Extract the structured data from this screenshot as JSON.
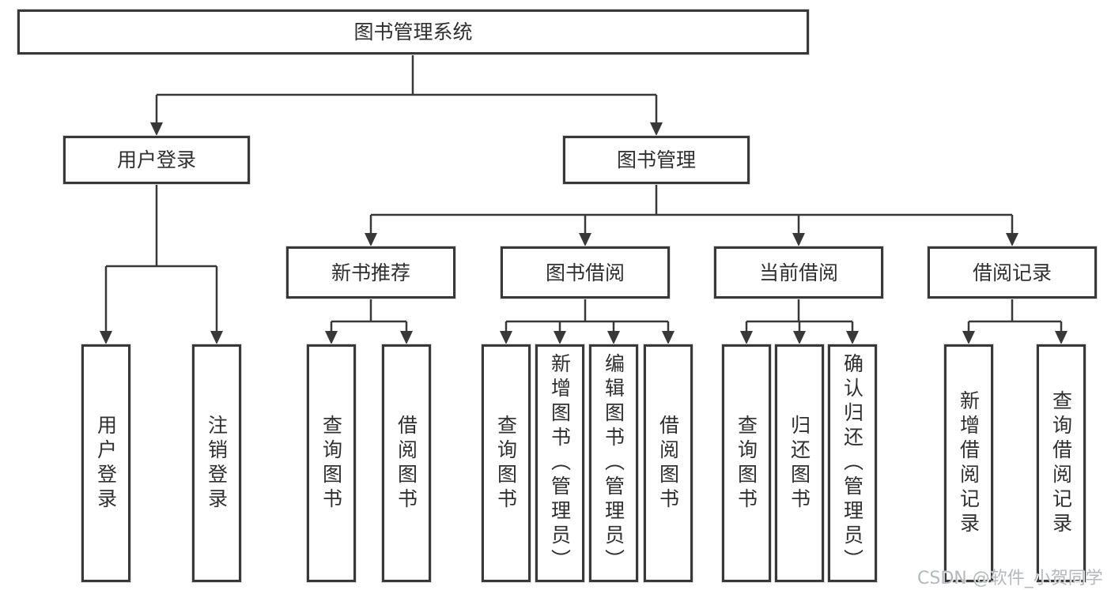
{
  "tree": {
    "label": "图书管理系统",
    "children": [
      {
        "label": "用户登录",
        "children": [
          {
            "label": "用户登录"
          },
          {
            "label": "注销登录"
          }
        ]
      },
      {
        "label": "图书管理",
        "children": [
          {
            "label": "新书推荐",
            "children": [
              {
                "label": "查询图书"
              },
              {
                "label": "借阅图书"
              }
            ]
          },
          {
            "label": "图书借阅",
            "children": [
              {
                "label": "查询图书"
              },
              {
                "label": "新增图书（管理员）"
              },
              {
                "label": "编辑图书（管理员）"
              },
              {
                "label": "借阅图书"
              }
            ]
          },
          {
            "label": "当前借阅",
            "children": [
              {
                "label": "查询图书"
              },
              {
                "label": "归还图书"
              },
              {
                "label": "确认归还（管理员）"
              }
            ]
          },
          {
            "label": "借阅记录",
            "children": [
              {
                "label": "新增借阅记录"
              },
              {
                "label": "查询借阅记录"
              }
            ]
          }
        ]
      }
    ]
  },
  "watermark": {
    "text": "CSDN @软件_小贺同学"
  },
  "colors": {
    "line": "#383838",
    "box_border": "#383838",
    "box_fill": "#ffffff",
    "text": "#2f2f2f",
    "watermark": "#b4b8bb",
    "background": "#ffffff"
  }
}
